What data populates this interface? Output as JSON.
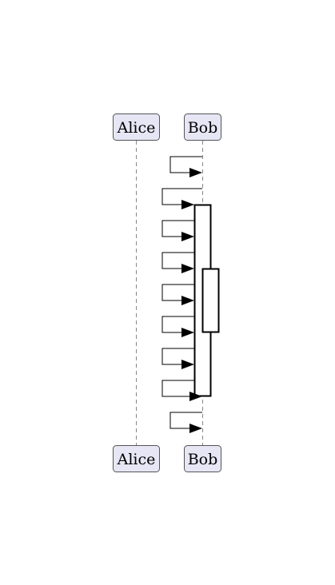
{
  "diagram": {
    "type": "sequence",
    "participants": [
      {
        "id": "alice",
        "label": "Alice"
      },
      {
        "id": "bob",
        "label": "Bob"
      }
    ],
    "messages": [
      {
        "from": "bob",
        "to": "bob",
        "kind": "self"
      },
      {
        "from": "bob",
        "to": "bob",
        "kind": "self",
        "activation": "start"
      },
      {
        "from": "bob",
        "to": "bob",
        "kind": "self"
      },
      {
        "from": "bob",
        "to": "bob",
        "kind": "self",
        "activation": "start"
      },
      {
        "from": "bob",
        "to": "bob",
        "kind": "self"
      },
      {
        "from": "bob",
        "to": "bob",
        "kind": "self",
        "activation": "end"
      },
      {
        "from": "bob",
        "to": "bob",
        "kind": "self"
      },
      {
        "from": "bob",
        "to": "bob",
        "kind": "self",
        "activation": "end"
      },
      {
        "from": "bob",
        "to": "bob",
        "kind": "self"
      }
    ]
  },
  "colors": {
    "participant_fill": "#e6e6f5",
    "participant_stroke": "#555555",
    "lifeline": "#888888",
    "arrow": "#000000",
    "activation_fill": "#ffffff",
    "activation_stroke": "#000000"
  }
}
